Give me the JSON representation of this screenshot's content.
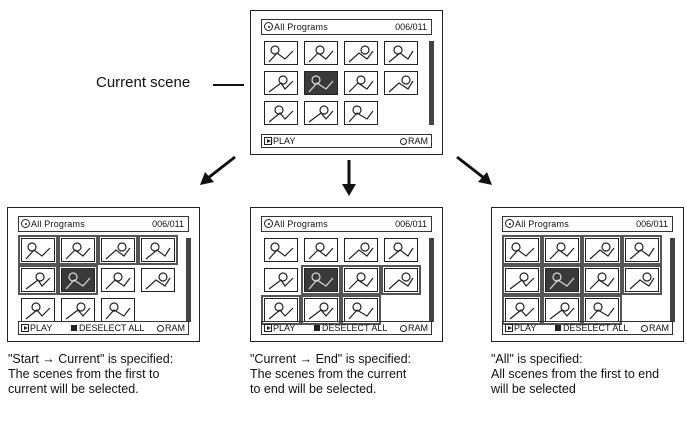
{
  "callout": {
    "label": "Current scene"
  },
  "screens": [
    {
      "key": "top",
      "title": "All Programs",
      "counter": "006/011",
      "footer": {
        "play": "PLAY",
        "deselect": "",
        "ram": "RAM"
      },
      "thumbs_count": 11,
      "current_index": 5,
      "selected": []
    },
    {
      "key": "left",
      "title": "All Programs",
      "counter": "006/011",
      "footer": {
        "play": "PLAY",
        "deselect": "DESELECT ALL",
        "ram": "RAM"
      },
      "thumbs_count": 11,
      "current_index": 5,
      "selected": [
        0,
        1,
        2,
        3,
        4,
        5
      ]
    },
    {
      "key": "mid",
      "title": "All Programs",
      "counter": "006/011",
      "footer": {
        "play": "PLAY",
        "deselect": "DESELECT ALL",
        "ram": "RAM"
      },
      "thumbs_count": 11,
      "current_index": 5,
      "selected": [
        5,
        6,
        7,
        8,
        9,
        10
      ]
    },
    {
      "key": "right",
      "title": "All Programs",
      "counter": "006/011",
      "footer": {
        "play": "PLAY",
        "deselect": "DESELECT ALL",
        "ram": "RAM"
      },
      "thumbs_count": 11,
      "current_index": 5,
      "selected": [
        0,
        1,
        2,
        3,
        4,
        5,
        6,
        7,
        8,
        9,
        10
      ]
    }
  ],
  "captions": [
    {
      "lines": [
        "\"Start → Current\" is specified:",
        "The scenes from the first to",
        "current will be selected."
      ]
    },
    {
      "lines": [
        "\"Current → End\" is specified:",
        "The scenes from the current",
        "to end will be selected."
      ]
    },
    {
      "lines": [
        "\"All\" is specified:",
        "All scenes from the first to end",
        "will be selected"
      ]
    }
  ]
}
